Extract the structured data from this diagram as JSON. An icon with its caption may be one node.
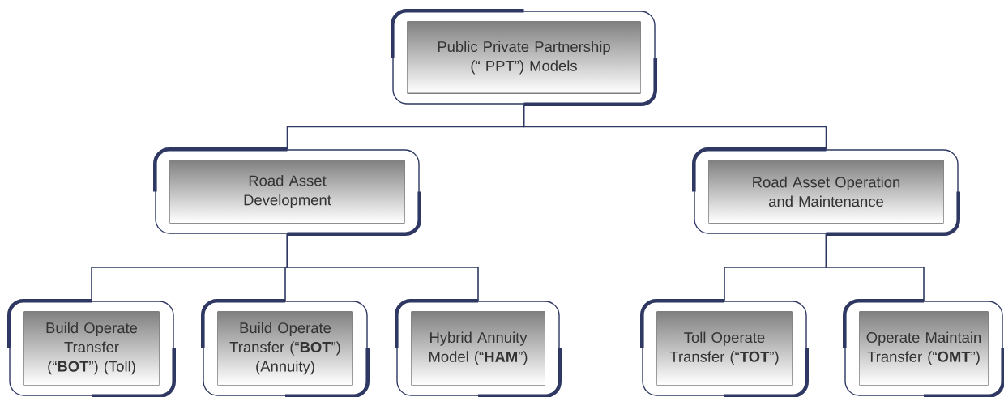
{
  "diagram": {
    "nodes": [
      {
        "text": [
          "Public Private Partnership (“ PPT”) Models"
        ]
      },
      {
        "text": [
          "Road Asset Development"
        ]
      },
      {
        "text": [
          "Road Asset Operation and Maintenance"
        ]
      },
      {
        "text": [
          "Build Operate Transfer (“**BOT**”) (Toll)"
        ]
      },
      {
        "text": [
          "Build Operate Transfer (“**BOT**”) (Annuity)"
        ]
      },
      {
        "text": [
          "Hybrid Annuity Model (“**HAM**”)"
        ]
      },
      {
        "text": [
          "Toll Operate Transfer (“**TOT**”)"
        ]
      },
      {
        "text": [
          "Operate Maintain Transfer (“**OMT**”)"
        ]
      }
    ],
    "edges": [
      {
        "from": 0,
        "to": 1,
        "arrow": "none"
      },
      {
        "from": 0,
        "to": 2,
        "arrow": "none"
      },
      {
        "from": 1,
        "to": 3,
        "arrow": "none"
      },
      {
        "from": 1,
        "to": 4,
        "arrow": "none"
      },
      {
        "from": 1,
        "to": 5,
        "arrow": "none"
      },
      {
        "from": 2,
        "to": 6,
        "arrow": "none"
      },
      {
        "from": 2,
        "to": 7,
        "arrow": "none"
      }
    ]
  }
}
